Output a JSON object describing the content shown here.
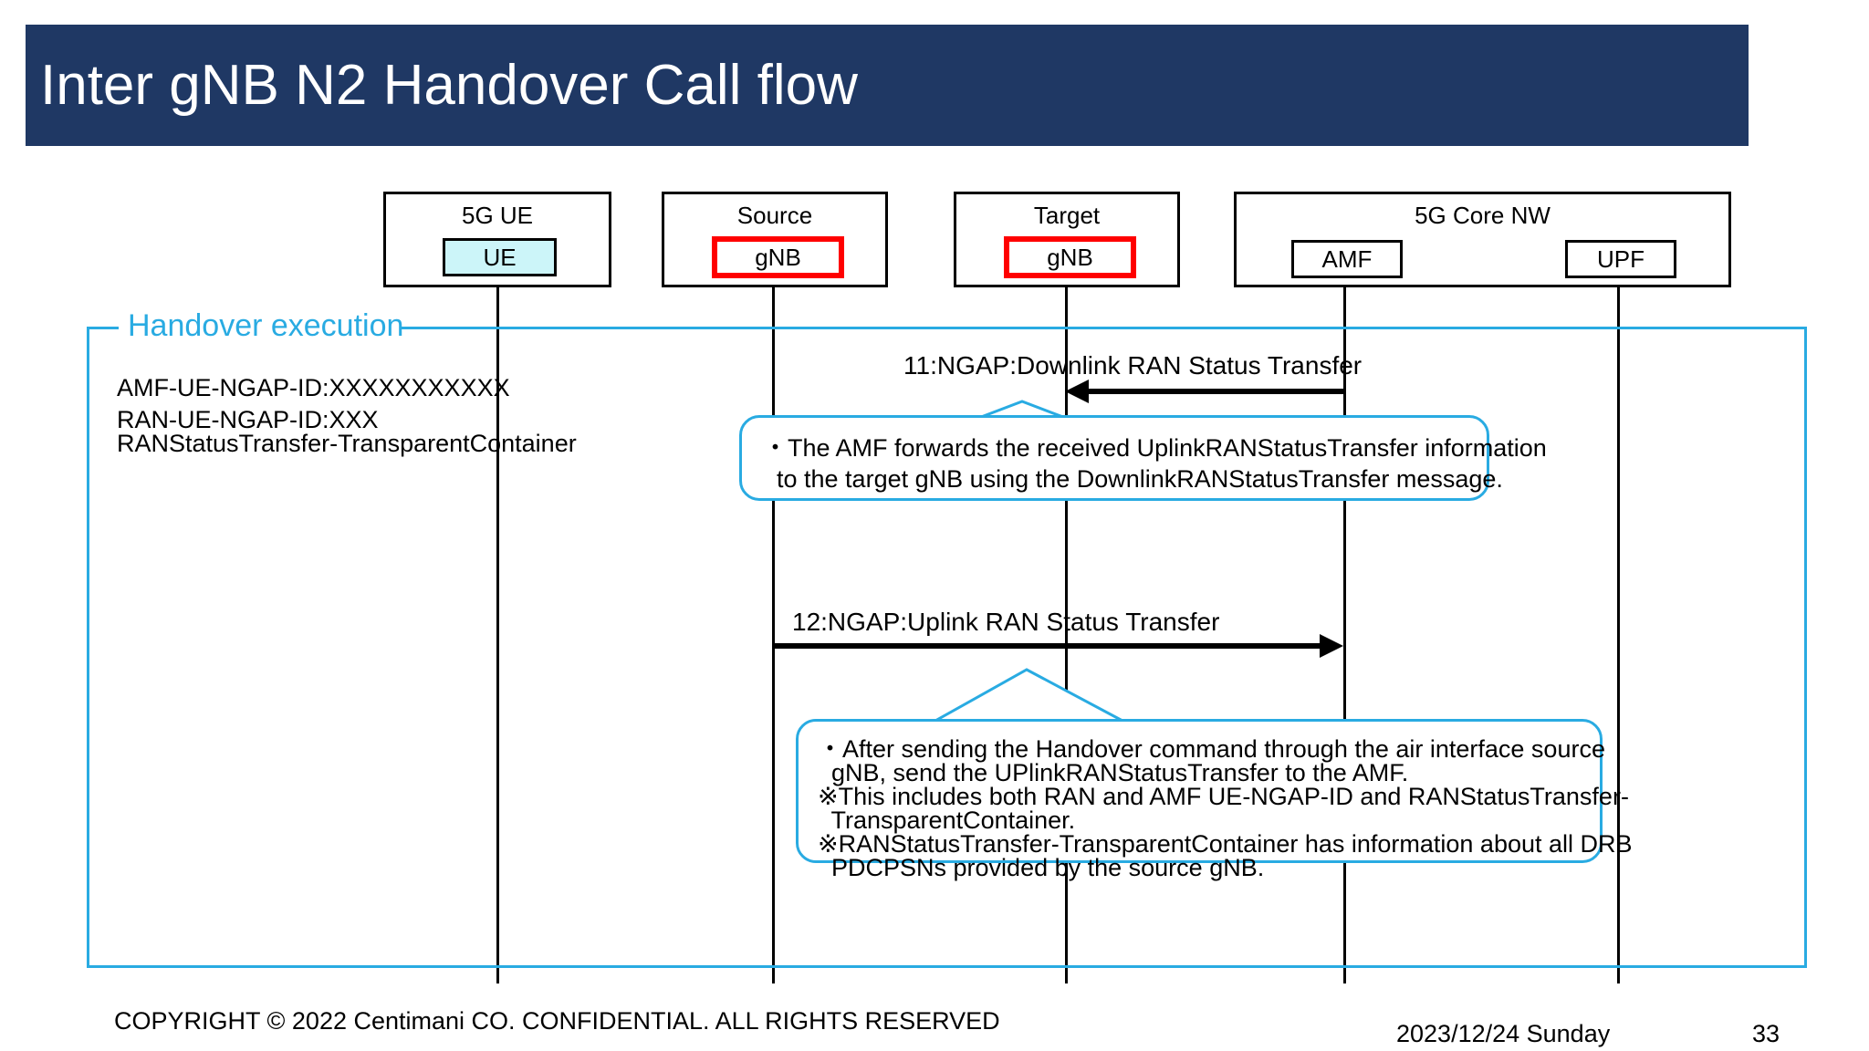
{
  "slide": {
    "title": "Inter gNB N2 Handover Call flow",
    "title_bar_color": "#1F3864",
    "accent_color": "#29ABE2",
    "highlight_color": "#FF0000",
    "ue_fill_color": "#CCF5F9"
  },
  "lanes": [
    {
      "group_label": "5G  UE",
      "node_label": "UE",
      "style": "ue"
    },
    {
      "group_label": "Source",
      "node_label": "gNB",
      "style": "red"
    },
    {
      "group_label": "Target",
      "node_label": "gNB",
      "style": "red"
    },
    {
      "group_label": "5G Core NW",
      "node_label": "AMF",
      "style": "plain"
    },
    {
      "group_label": "",
      "node_label": "UPF",
      "style": "plain"
    }
  ],
  "frame": {
    "label": "Handover execution"
  },
  "params": {
    "line1": "AMF-UE-NGAP-ID:XXXXXXXXXXX",
    "line2": "RAN-UE-NGAP-ID:XXX",
    "line3": "RANStatusTransfer-TransparentContainer"
  },
  "messages": [
    {
      "id": "11",
      "label": "11:NGAP:Downlink RAN Status Transfer",
      "from": "AMF",
      "to": "Target gNB",
      "direction": "left"
    },
    {
      "id": "12",
      "label": "12:NGAP:Uplink RAN Status Transfer",
      "from": "Source gNB",
      "to": "AMF",
      "direction": "right"
    }
  ],
  "notes": [
    {
      "id": "note-11",
      "line1": "・The AMF forwards the received UplinkRANStatusTransfer information",
      "line2": "  to the target gNB using the DownlinkRANStatusTransfer message."
    },
    {
      "id": "note-12",
      "line1": "・After sending the Handover command through the air interface source",
      "line2": "  gNB, send the UPlinkRANStatusTransfer to the AMF.",
      "line3": "※This includes both RAN and AMF UE-NGAP-ID and RANStatusTransfer-",
      "line4": "  TransparentContainer.",
      "line5": "※RANStatusTransfer-TransparentContainer has information about all DRB",
      "line6": "  PDCPSNs provided by the source gNB."
    }
  ],
  "footer": {
    "copyright": "COPYRIGHT © 2022 Centimani CO. CONFIDENTIAL. ALL RIGHTS RESERVED",
    "date": "2023/12/24 Sunday",
    "page": "33"
  }
}
